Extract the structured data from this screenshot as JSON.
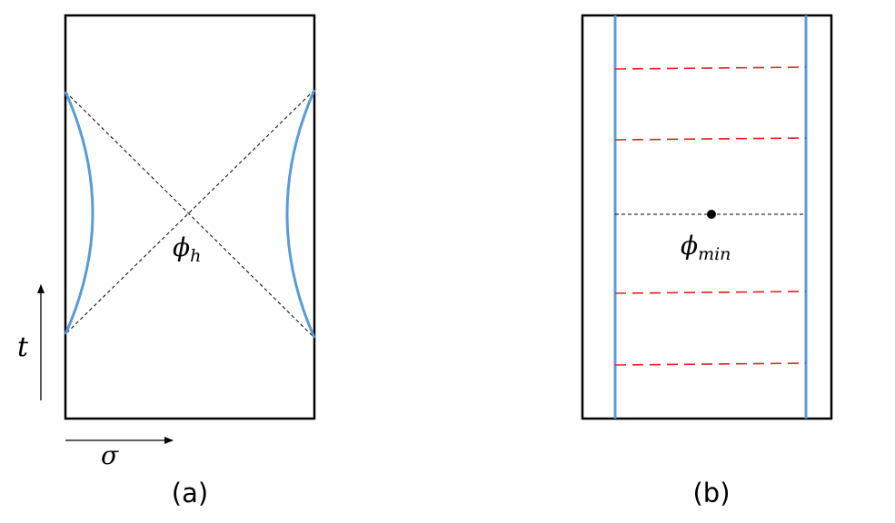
{
  "panel_a": {
    "caption": "(a)",
    "center_label_base": "ϕ",
    "center_label_sub": "h",
    "time_axis_label": "t",
    "space_axis_label": "σ"
  },
  "panel_b": {
    "caption": "(b)",
    "center_label_base": "ϕ",
    "center_label_sub": "min"
  },
  "colors": {
    "frame": "#000000",
    "boundary_curve": "#5b9bd5",
    "dashed_slice": "#e02020",
    "guide_line": "#000000"
  }
}
